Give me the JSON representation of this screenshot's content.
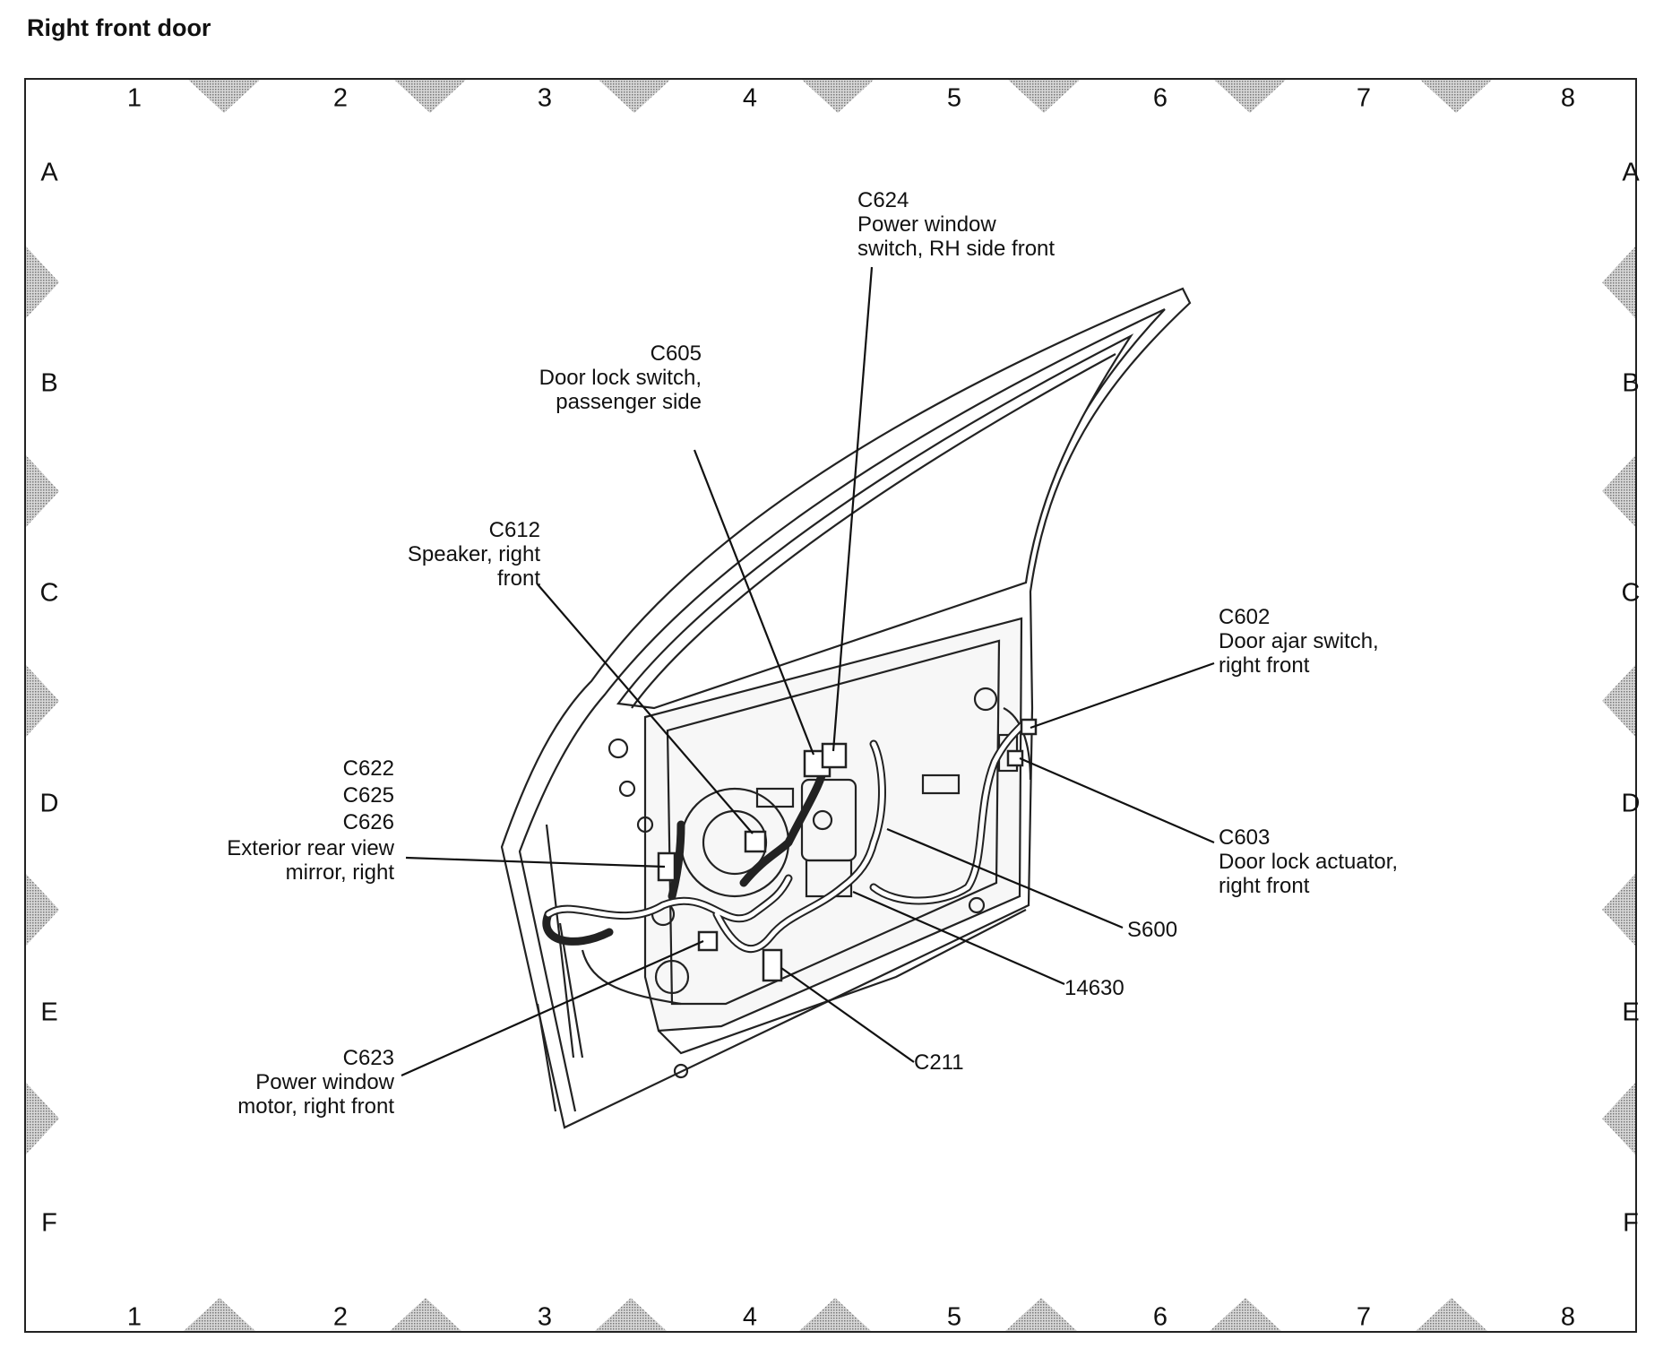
{
  "title": "Right front door",
  "grid": {
    "columns": [
      "1",
      "2",
      "3",
      "4",
      "5",
      "6",
      "7",
      "8"
    ],
    "rows": [
      "A",
      "B",
      "C",
      "D",
      "E",
      "F"
    ]
  },
  "callouts": {
    "c624": {
      "code": "C624",
      "lines": [
        "Power window",
        "switch, RH side front"
      ]
    },
    "c605": {
      "code": "C605",
      "lines": [
        "Door lock switch,",
        "passenger side"
      ]
    },
    "c612": {
      "code": "C612",
      "lines": [
        "Speaker, right",
        "front"
      ]
    },
    "c602": {
      "code": "C602",
      "lines": [
        "Door ajar switch,",
        "right front"
      ]
    },
    "c603": {
      "code": "C603",
      "lines": [
        "Door lock actuator,",
        "right front"
      ]
    },
    "mirror": {
      "codes": [
        "C622",
        "C625",
        "C626"
      ],
      "lines": [
        "Exterior rear view",
        "mirror, right"
      ]
    },
    "s600": {
      "code": "S600"
    },
    "h14630": {
      "code": "14630"
    },
    "c211": {
      "code": "C211"
    },
    "c623": {
      "code": "C623",
      "lines": [
        "Power window",
        "motor, right front"
      ]
    }
  }
}
